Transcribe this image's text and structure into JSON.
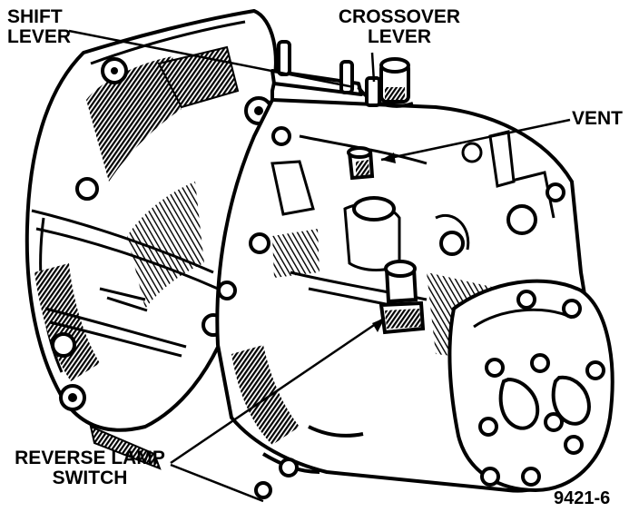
{
  "labels": {
    "shift_lever": [
      "SHIFT",
      "LEVER"
    ],
    "crossover_lever": [
      "CROSSOVER",
      "LEVER"
    ],
    "vent": "VENT",
    "reverse_lamp_switch": [
      "REVERSE LAMP",
      "SWITCH"
    ],
    "figure_number": "9421-6"
  },
  "colors": {
    "ink": "#000000",
    "paper": "#ffffff",
    "shade": "#1a1a1a"
  }
}
